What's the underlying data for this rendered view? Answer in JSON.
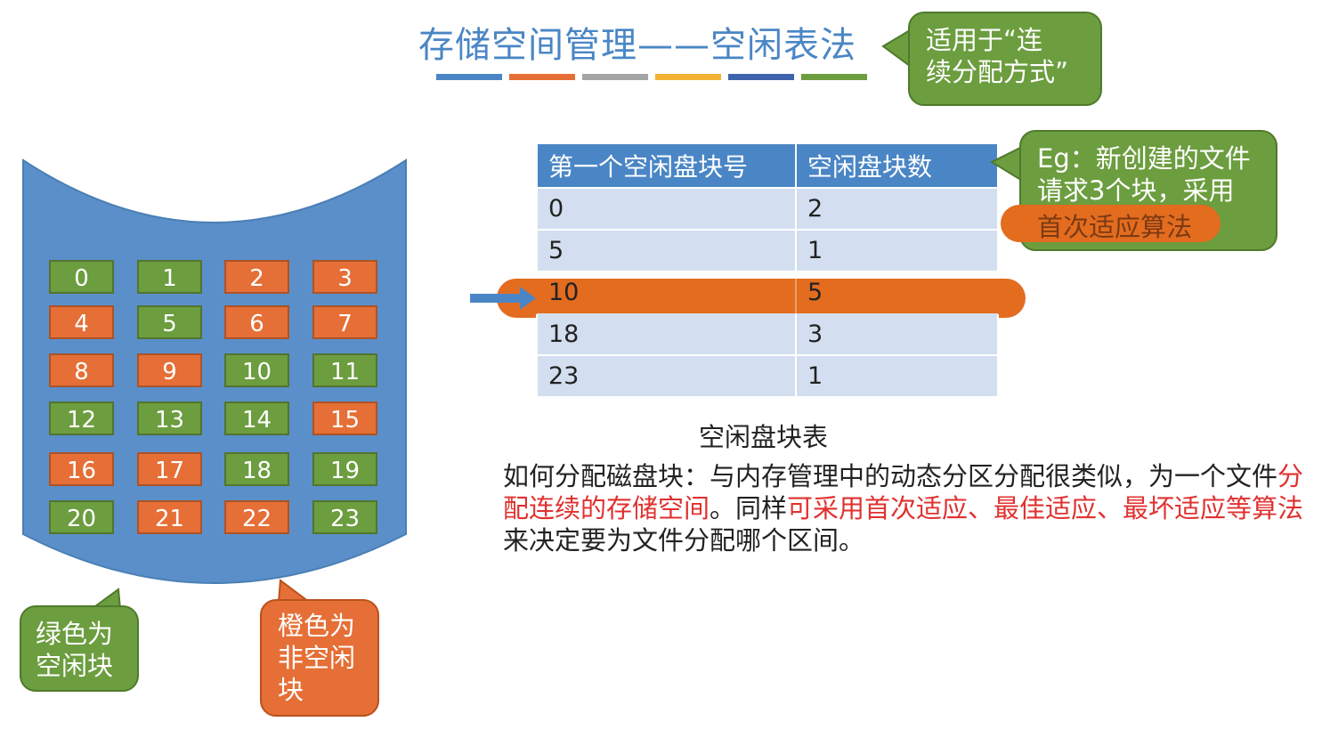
{
  "title": "存储空间管理——空闲表法",
  "title_underline_colors": [
    "#4a86c5",
    "#e56f36",
    "#a5a5a5",
    "#f2b233",
    "#3f64ad",
    "#6c9d3f"
  ],
  "callout_continuous": {
    "line1": "适用于“连",
    "line2": "续分配方式”"
  },
  "callout_example": {
    "line1": "Eg：新创建的文件",
    "line2": "请求3个块，采用",
    "highlight": "首次适应算法"
  },
  "disk_blocks": [
    {
      "n": "0",
      "state": "free"
    },
    {
      "n": "1",
      "state": "free"
    },
    {
      "n": "2",
      "state": "used"
    },
    {
      "n": "3",
      "state": "used"
    },
    {
      "n": "4",
      "state": "used"
    },
    {
      "n": "5",
      "state": "free"
    },
    {
      "n": "6",
      "state": "used"
    },
    {
      "n": "7",
      "state": "used"
    },
    {
      "n": "8",
      "state": "used"
    },
    {
      "n": "9",
      "state": "used"
    },
    {
      "n": "10",
      "state": "free"
    },
    {
      "n": "11",
      "state": "free"
    },
    {
      "n": "12",
      "state": "free"
    },
    {
      "n": "13",
      "state": "free"
    },
    {
      "n": "14",
      "state": "free"
    },
    {
      "n": "15",
      "state": "used"
    },
    {
      "n": "16",
      "state": "used"
    },
    {
      "n": "17",
      "state": "used"
    },
    {
      "n": "18",
      "state": "free"
    },
    {
      "n": "19",
      "state": "free"
    },
    {
      "n": "20",
      "state": "free"
    },
    {
      "n": "21",
      "state": "used"
    },
    {
      "n": "22",
      "state": "used"
    },
    {
      "n": "23",
      "state": "free"
    }
  ],
  "colors": {
    "free": "#6c9d3f",
    "used": "#e56f36",
    "disk": "#5b8fc9",
    "table_header": "#4a86c5",
    "table_cell": "#d3dff0",
    "highlight": "#e36c1f",
    "red_text": "#e0312f"
  },
  "legend_green": {
    "line1": "绿色为",
    "line2": "空闲块"
  },
  "legend_orange": {
    "line1": "橙色为",
    "line2": "非空闲",
    "line3": "块"
  },
  "free_table": {
    "headers": [
      "第一个空闲盘块号",
      "空闲盘块数"
    ],
    "rows": [
      [
        "0",
        "2"
      ],
      [
        "5",
        "1"
      ],
      [
        "10",
        "5"
      ],
      [
        "18",
        "3"
      ],
      [
        "23",
        "1"
      ]
    ],
    "highlighted_row": 2
  },
  "table_caption": "空闲盘块表",
  "description": {
    "p1": "如何分配磁盘块：与内存管理中的动态分区分配很类似，为一个文件",
    "p2_red": "分配连续的存储空间",
    "p2": "。同样",
    "p3_red": "可采用首次适应、最佳适应、最坏适应等算法",
    "p4": "来决定要为文件分配哪个区间。"
  }
}
